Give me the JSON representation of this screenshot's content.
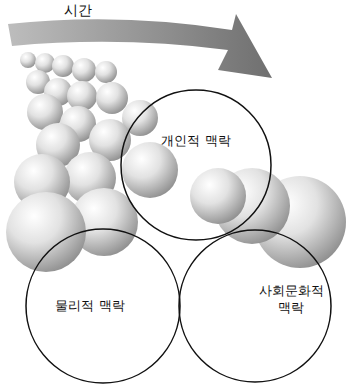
{
  "diagram": {
    "nodes": [
      {
        "text": [
          "개인적 맥락"
        ]
      },
      {
        "text": [
          "물리적 맥락"
        ]
      },
      {
        "text": [
          "사회문화적 맥락"
        ]
      }
    ],
    "labels": [
      "시간"
    ]
  }
}
